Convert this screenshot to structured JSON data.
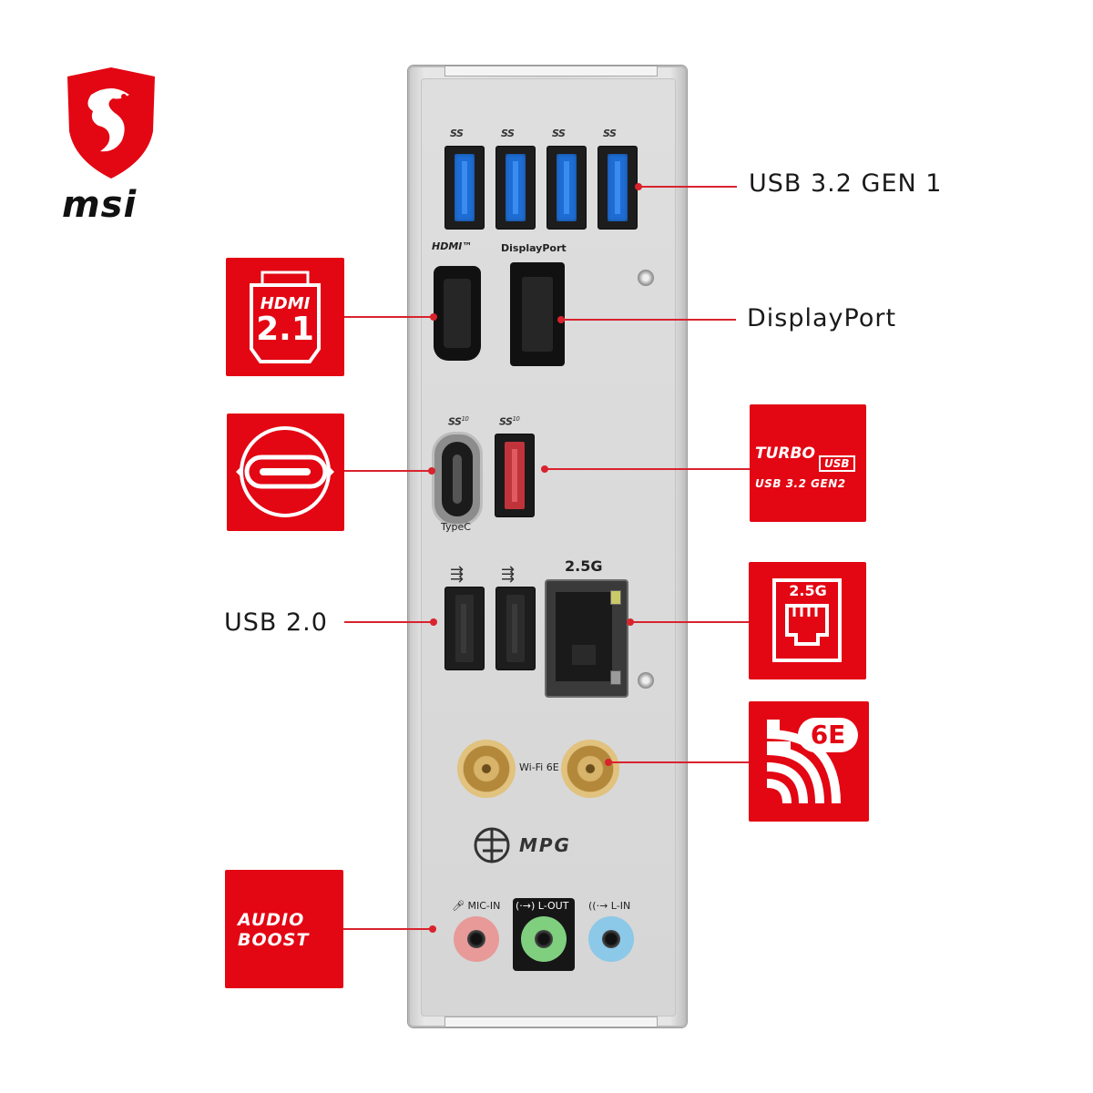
{
  "brand": {
    "name": "msi",
    "mark": "MPG"
  },
  "shield_labels": {
    "ss": "SS",
    "ss10": "10",
    "hdmi": "HDMI™",
    "displayport": "DisplayPort",
    "typec": "TypeC",
    "lan": "2.5G",
    "wifi": "Wi-Fi 6E",
    "mic_in": "MIC-IN",
    "line_out": "L-OUT",
    "line_in": "L-IN"
  },
  "callouts": {
    "usb32gen1": "USB 3.2 GEN 1",
    "displayport": "DisplayPort",
    "usb20": "USB 2.0"
  },
  "badges": {
    "hdmi": {
      "line1": "HDMI",
      "line2": "2.1"
    },
    "turbo": {
      "line1": "TURBO",
      "usb": "USB",
      "line2": "USB 3.2 GEN2"
    },
    "lan": "2.5G",
    "wifi": "6E",
    "audio": {
      "line1": "AUDIO",
      "line2": "BOOST"
    }
  },
  "colors": {
    "accent_red": "#e30613",
    "usb3_blue": "#1e6dd4",
    "usb_red": "#c0333a",
    "mic_pink": "#e89a98",
    "lineout_green": "#7fcf7f",
    "linein_blue": "#8cc8e8"
  }
}
